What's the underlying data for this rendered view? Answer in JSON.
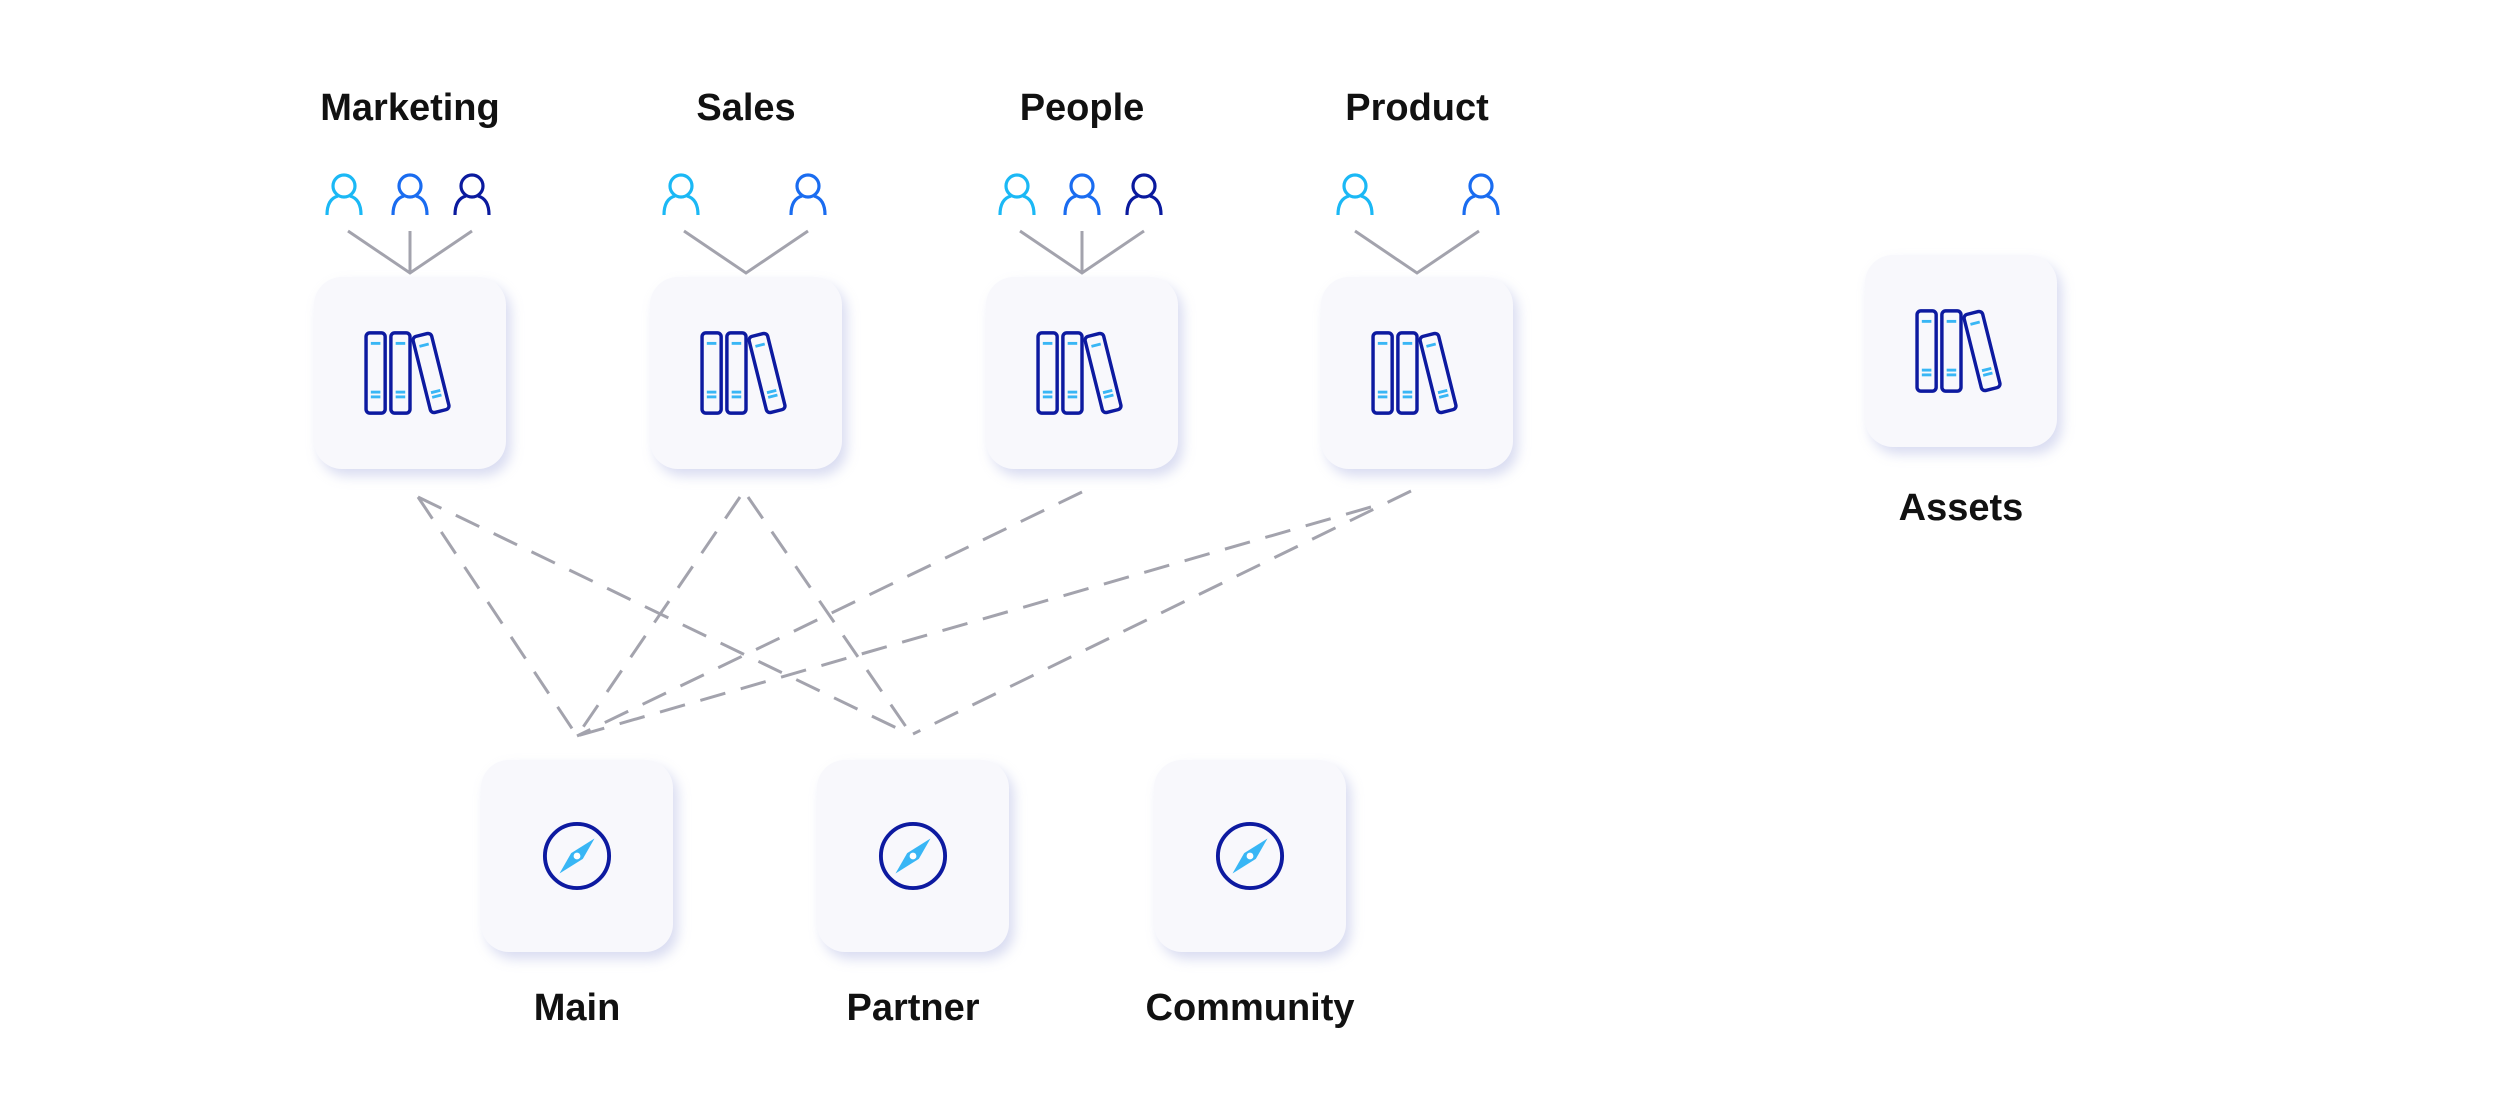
{
  "teams": [
    {
      "label": "Marketing",
      "members": 3
    },
    {
      "label": "Sales",
      "members": 2
    },
    {
      "label": "People",
      "members": 3
    },
    {
      "label": "Product",
      "members": 2
    }
  ],
  "standalone_library": {
    "label": "Assets"
  },
  "portals": [
    {
      "label": "Main"
    },
    {
      "label": "Partner"
    },
    {
      "label": "Community"
    }
  ],
  "connections": [
    {
      "from": "Marketing",
      "to": "Main"
    },
    {
      "from": "Marketing",
      "to": "Partner"
    },
    {
      "from": "Sales",
      "to": "Main"
    },
    {
      "from": "Sales",
      "to": "Partner"
    },
    {
      "from": "People",
      "to": "Main"
    },
    {
      "from": "Product",
      "to": "Main"
    },
    {
      "from": "Product",
      "to": "Partner"
    }
  ],
  "colors": {
    "user_light": "#1bb8f5",
    "user_mid": "#1a6cf0",
    "user_dark": "#0a1a9e",
    "icon_navy": "#0d1aa0",
    "icon_accent": "#38b6f5",
    "connector": "#a3a3ad"
  }
}
